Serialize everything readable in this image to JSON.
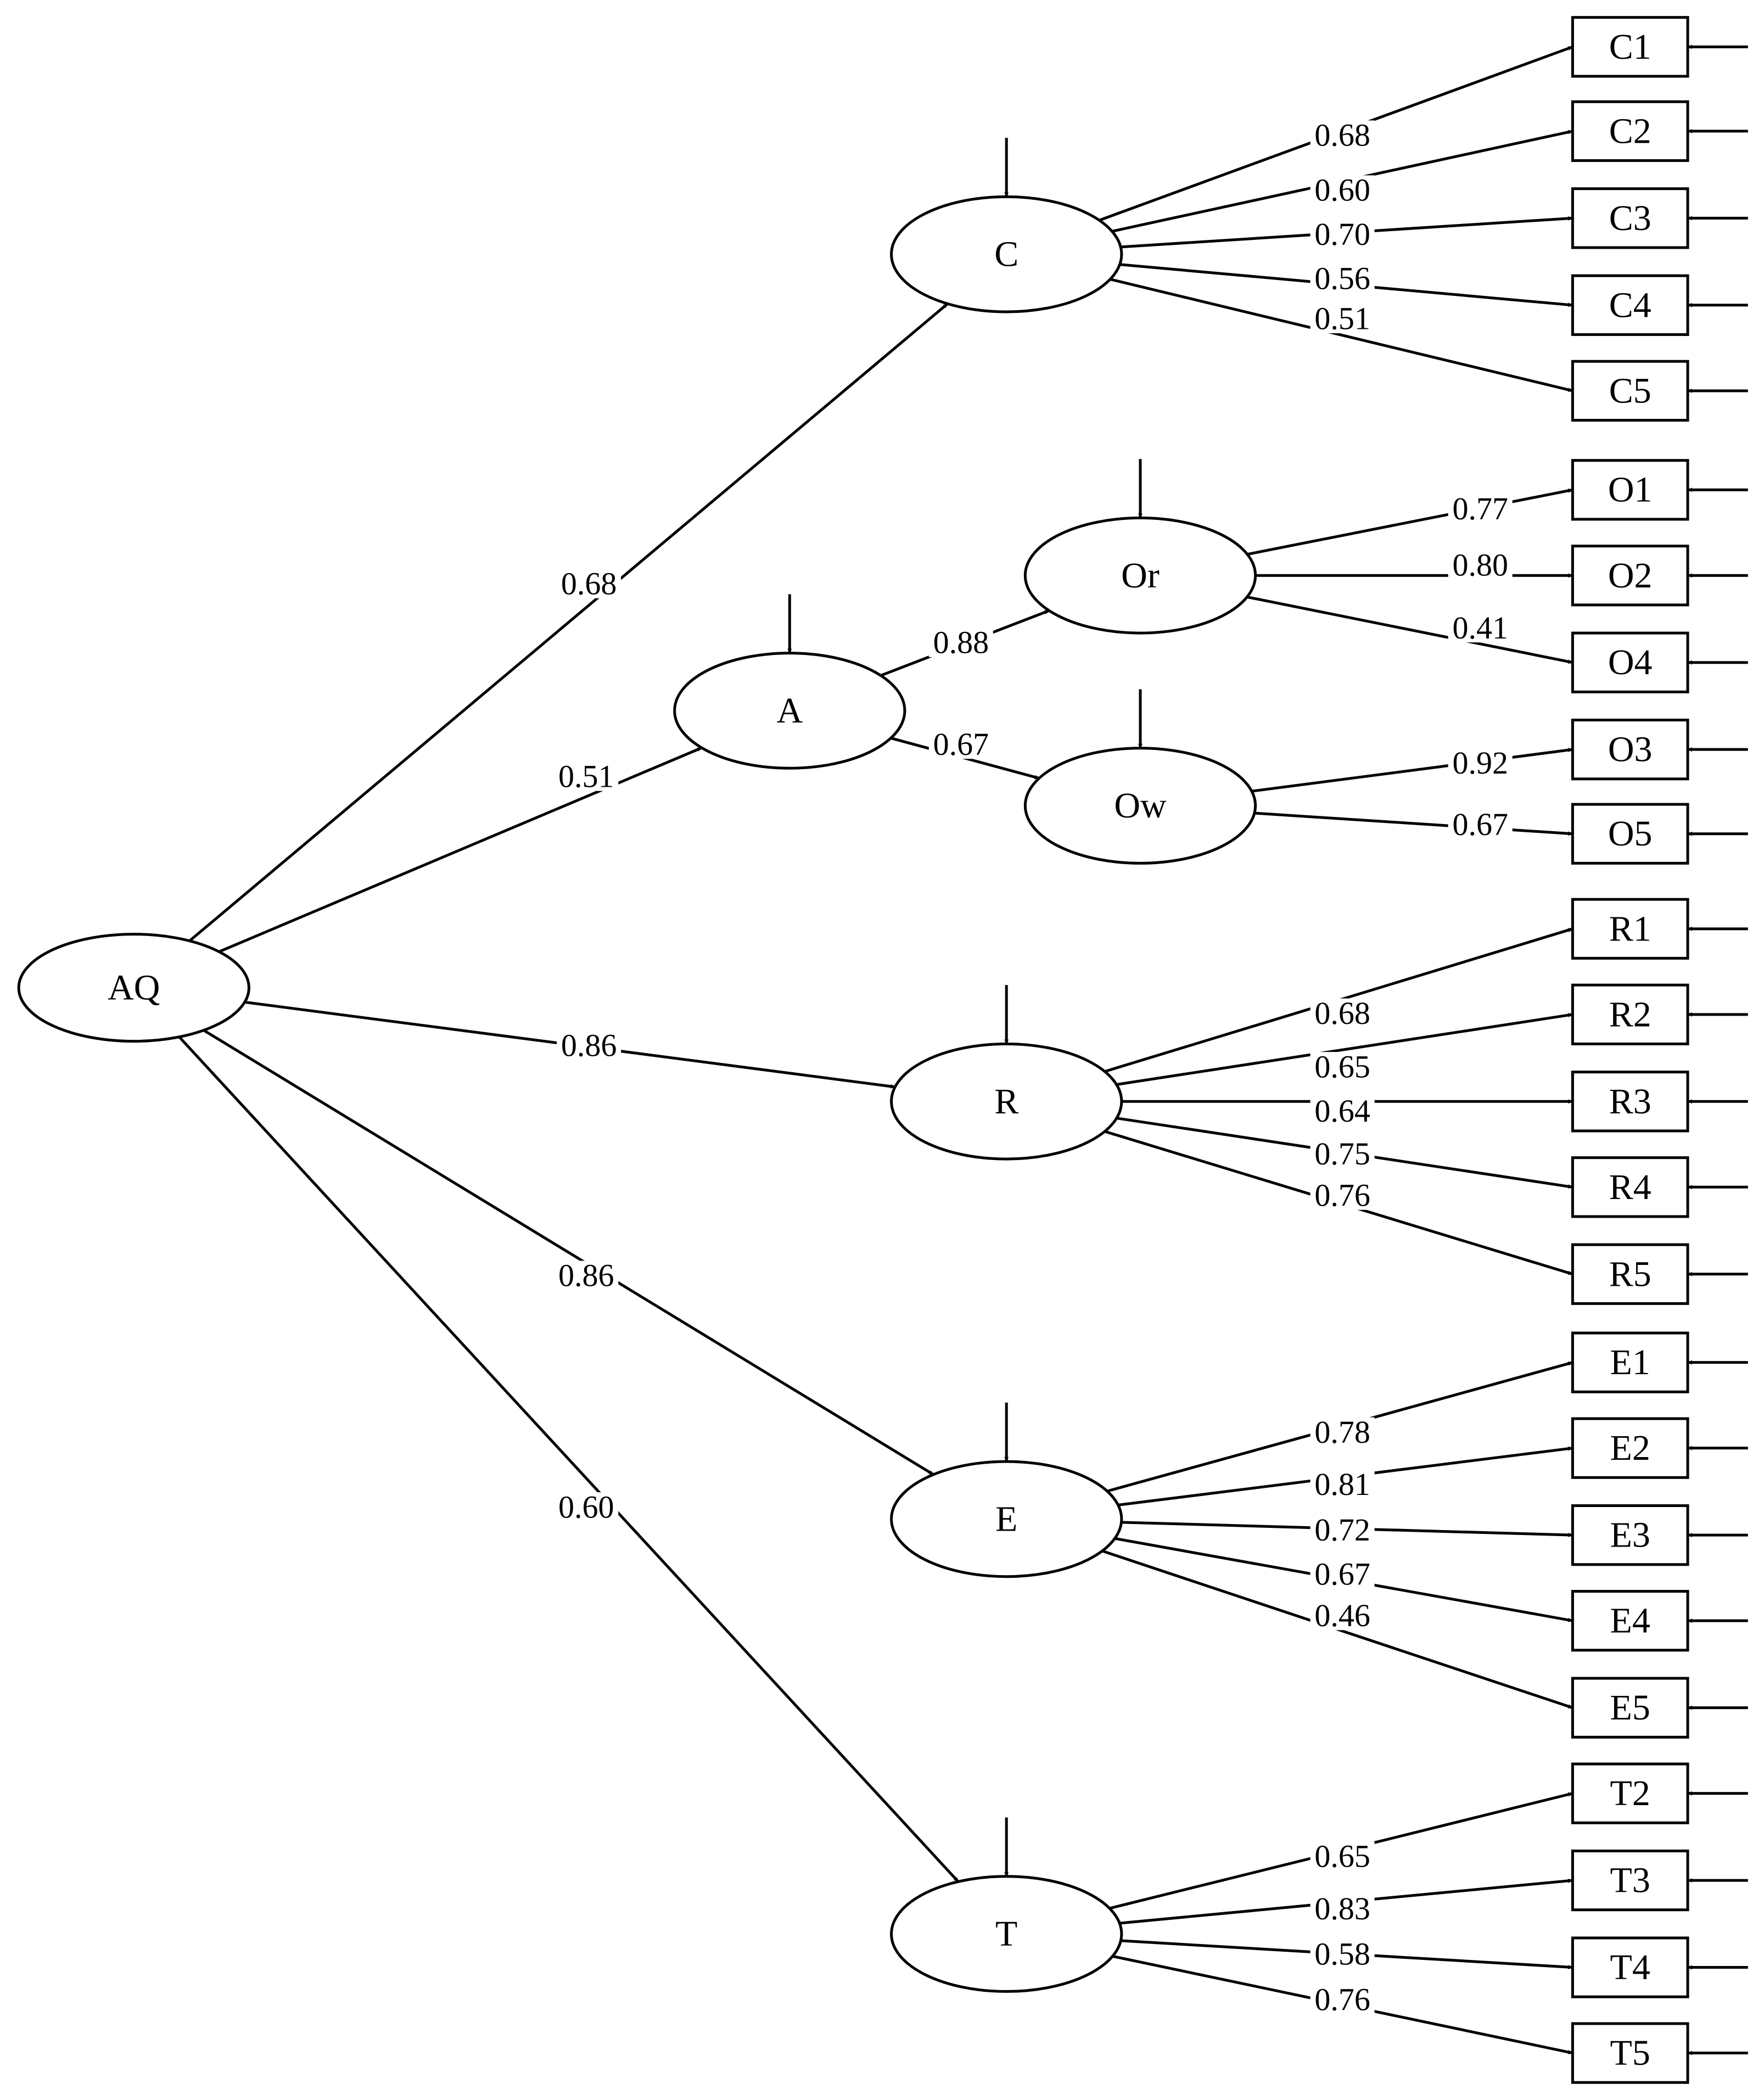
{
  "diagram": {
    "latent": [
      {
        "id": "AQ",
        "label": "AQ"
      },
      {
        "id": "C",
        "label": "C"
      },
      {
        "id": "A",
        "label": "A"
      },
      {
        "id": "Or",
        "label": "Or"
      },
      {
        "id": "Ow",
        "label": "Ow"
      },
      {
        "id": "R",
        "label": "R"
      },
      {
        "id": "E",
        "label": "E"
      },
      {
        "id": "T",
        "label": "T"
      }
    ],
    "observed": [
      {
        "id": "C1",
        "label": "C1"
      },
      {
        "id": "C2",
        "label": "C2"
      },
      {
        "id": "C3",
        "label": "C3"
      },
      {
        "id": "C4",
        "label": "C4"
      },
      {
        "id": "C5",
        "label": "C5"
      },
      {
        "id": "O1",
        "label": "O1"
      },
      {
        "id": "O2",
        "label": "O2"
      },
      {
        "id": "O4",
        "label": "O4"
      },
      {
        "id": "O3",
        "label": "O3"
      },
      {
        "id": "O5",
        "label": "O5"
      },
      {
        "id": "R1",
        "label": "R1"
      },
      {
        "id": "R2",
        "label": "R2"
      },
      {
        "id": "R3",
        "label": "R3"
      },
      {
        "id": "R4",
        "label": "R4"
      },
      {
        "id": "R5",
        "label": "R5"
      },
      {
        "id": "E1",
        "label": "E1"
      },
      {
        "id": "E2",
        "label": "E2"
      },
      {
        "id": "E3",
        "label": "E3"
      },
      {
        "id": "E4",
        "label": "E4"
      },
      {
        "id": "E5",
        "label": "E5"
      },
      {
        "id": "T2",
        "label": "T2"
      },
      {
        "id": "T3",
        "label": "T3"
      },
      {
        "id": "T4",
        "label": "T4"
      },
      {
        "id": "T5",
        "label": "T5"
      }
    ],
    "paths": [
      {
        "from": "AQ",
        "to": "C",
        "loading": "0.68"
      },
      {
        "from": "AQ",
        "to": "A",
        "loading": "0.51"
      },
      {
        "from": "AQ",
        "to": "R",
        "loading": "0.86"
      },
      {
        "from": "AQ",
        "to": "E",
        "loading": "0.86"
      },
      {
        "from": "AQ",
        "to": "T",
        "loading": "0.60"
      },
      {
        "from": "A",
        "to": "Or",
        "loading": "0.88"
      },
      {
        "from": "A",
        "to": "Ow",
        "loading": "0.67"
      },
      {
        "from": "C",
        "to": "C1",
        "loading": "0.68"
      },
      {
        "from": "C",
        "to": "C2",
        "loading": "0.60"
      },
      {
        "from": "C",
        "to": "C3",
        "loading": "0.70"
      },
      {
        "from": "C",
        "to": "C4",
        "loading": "0.56"
      },
      {
        "from": "C",
        "to": "C5",
        "loading": "0.51"
      },
      {
        "from": "Or",
        "to": "O1",
        "loading": "0.77"
      },
      {
        "from": "Or",
        "to": "O2",
        "loading": "0.80"
      },
      {
        "from": "Or",
        "to": "O4",
        "loading": "0.41"
      },
      {
        "from": "Ow",
        "to": "O3",
        "loading": "0.92"
      },
      {
        "from": "Ow",
        "to": "O5",
        "loading": "0.67"
      },
      {
        "from": "R",
        "to": "R1",
        "loading": "0.68"
      },
      {
        "from": "R",
        "to": "R2",
        "loading": "0.65"
      },
      {
        "from": "R",
        "to": "R3",
        "loading": "0.64"
      },
      {
        "from": "R",
        "to": "R4",
        "loading": "0.75"
      },
      {
        "from": "R",
        "to": "R5",
        "loading": "0.76"
      },
      {
        "from": "E",
        "to": "E1",
        "loading": "0.78"
      },
      {
        "from": "E",
        "to": "E2",
        "loading": "0.81"
      },
      {
        "from": "E",
        "to": "E3",
        "loading": "0.72"
      },
      {
        "from": "E",
        "to": "E4",
        "loading": "0.67"
      },
      {
        "from": "E",
        "to": "E5",
        "loading": "0.46"
      },
      {
        "from": "T",
        "to": "T2",
        "loading": "0.65"
      },
      {
        "from": "T",
        "to": "T3",
        "loading": "0.83"
      },
      {
        "from": "T",
        "to": "T4",
        "loading": "0.58"
      },
      {
        "from": "T",
        "to": "T5",
        "loading": "0.76"
      }
    ],
    "disturbances": [
      "C",
      "A",
      "Or",
      "Ow",
      "R",
      "E",
      "T"
    ],
    "errors": [
      "C1",
      "C2",
      "C3",
      "C4",
      "C5",
      "O1",
      "O2",
      "O4",
      "O3",
      "O5",
      "R1",
      "R2",
      "R3",
      "R4",
      "R5",
      "E1",
      "E2",
      "E3",
      "E4",
      "E5",
      "T2",
      "T3",
      "T4",
      "T5"
    ],
    "colors": {
      "ink": "#000000",
      "background": "#ffffff"
    }
  }
}
